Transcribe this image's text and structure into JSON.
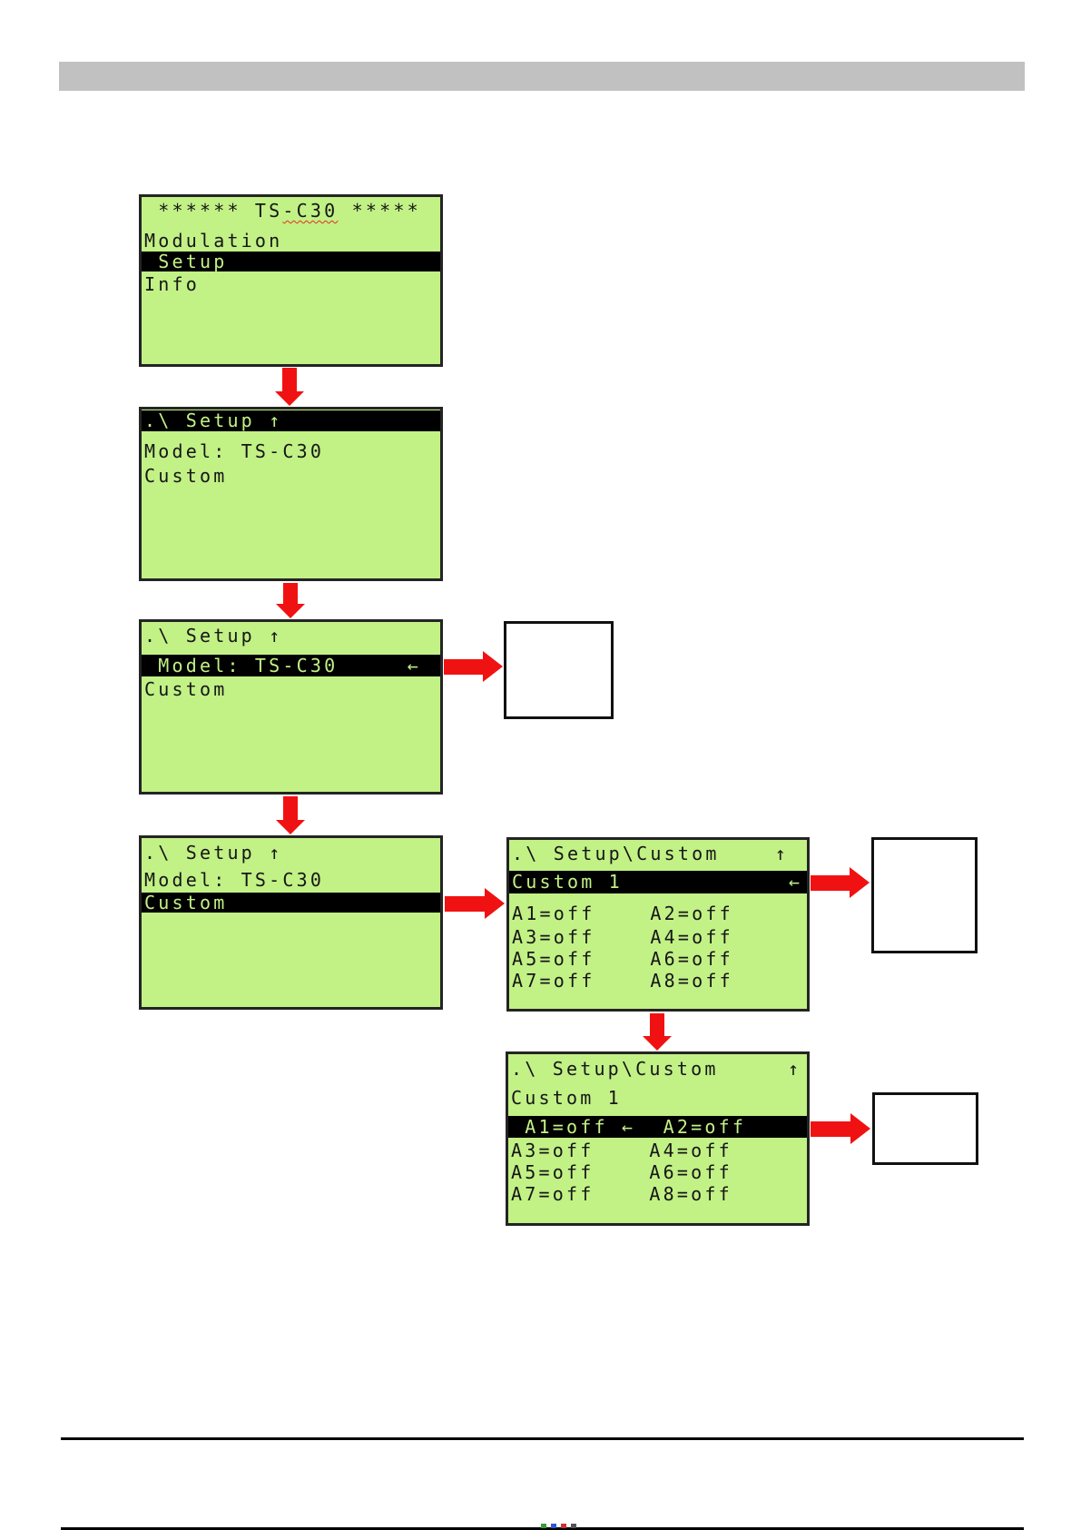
{
  "colors": {
    "lcd_bg": "#c2f186",
    "lcd_text": "#161616",
    "highlight_bg": "#000000",
    "highlight_text": "#c2f186",
    "arrow_red": "#f01212",
    "header_bar_gray": "#c1c1c1",
    "spellcheck_squiggle_red": "#e03020",
    "box_border": "#111111"
  },
  "screens": [
    {
      "id": "main-menu",
      "rows": [
        {
          "kind": "title",
          "pre": " ****** TS",
          "squiggle": "-C30",
          "post": " *****"
        },
        {
          "kind": "plain",
          "text": "Modulation"
        },
        {
          "kind": "highlight",
          "text": " Setup"
        },
        {
          "kind": "plain",
          "text": "Info"
        }
      ]
    },
    {
      "id": "setup",
      "rows": [
        {
          "kind": "highlight",
          "text": ".\\ Setup ↑"
        },
        {
          "kind": "plain",
          "text": "Model: TS-C30"
        },
        {
          "kind": "plain",
          "text": "Custom"
        }
      ]
    },
    {
      "id": "setup-model-selected",
      "rows": [
        {
          "kind": "plain",
          "text": ".\\ Setup ↑"
        },
        {
          "kind": "highlight",
          "text": " Model: TS-C30     ←"
        },
        {
          "kind": "plain",
          "text": "Custom"
        }
      ]
    },
    {
      "id": "setup-custom-selected",
      "rows": [
        {
          "kind": "plain",
          "text": ".\\ Setup ↑"
        },
        {
          "kind": "plain",
          "text": "Model: TS-C30"
        },
        {
          "kind": "highlight",
          "text": "Custom"
        }
      ]
    },
    {
      "id": "setup-custom",
      "rows": [
        {
          "kind": "plain",
          "text": ".\\ Setup\\Custom    ↑"
        },
        {
          "kind": "highlight",
          "text": "Custom 1            ←"
        },
        {
          "kind": "plain",
          "text": "A1=off    A2=off"
        },
        {
          "kind": "plain",
          "text": "A3=off    A4=off"
        },
        {
          "kind": "plain",
          "text": "A5=off    A6=off"
        },
        {
          "kind": "plain",
          "text": "A7=off    A8=off"
        }
      ]
    },
    {
      "id": "setup-custom-a1-selected",
      "rows": [
        {
          "kind": "plain",
          "text": ".\\ Setup\\Custom     ↑"
        },
        {
          "kind": "plain",
          "text": "Custom 1"
        },
        {
          "kind": "highlight",
          "text": " A1=off ←  A2=off"
        },
        {
          "kind": "plain",
          "text": "A3=off    A4=off"
        },
        {
          "kind": "plain",
          "text": "A5=off    A6=off"
        },
        {
          "kind": "plain",
          "text": "A7=off    A8=off"
        }
      ]
    }
  ]
}
